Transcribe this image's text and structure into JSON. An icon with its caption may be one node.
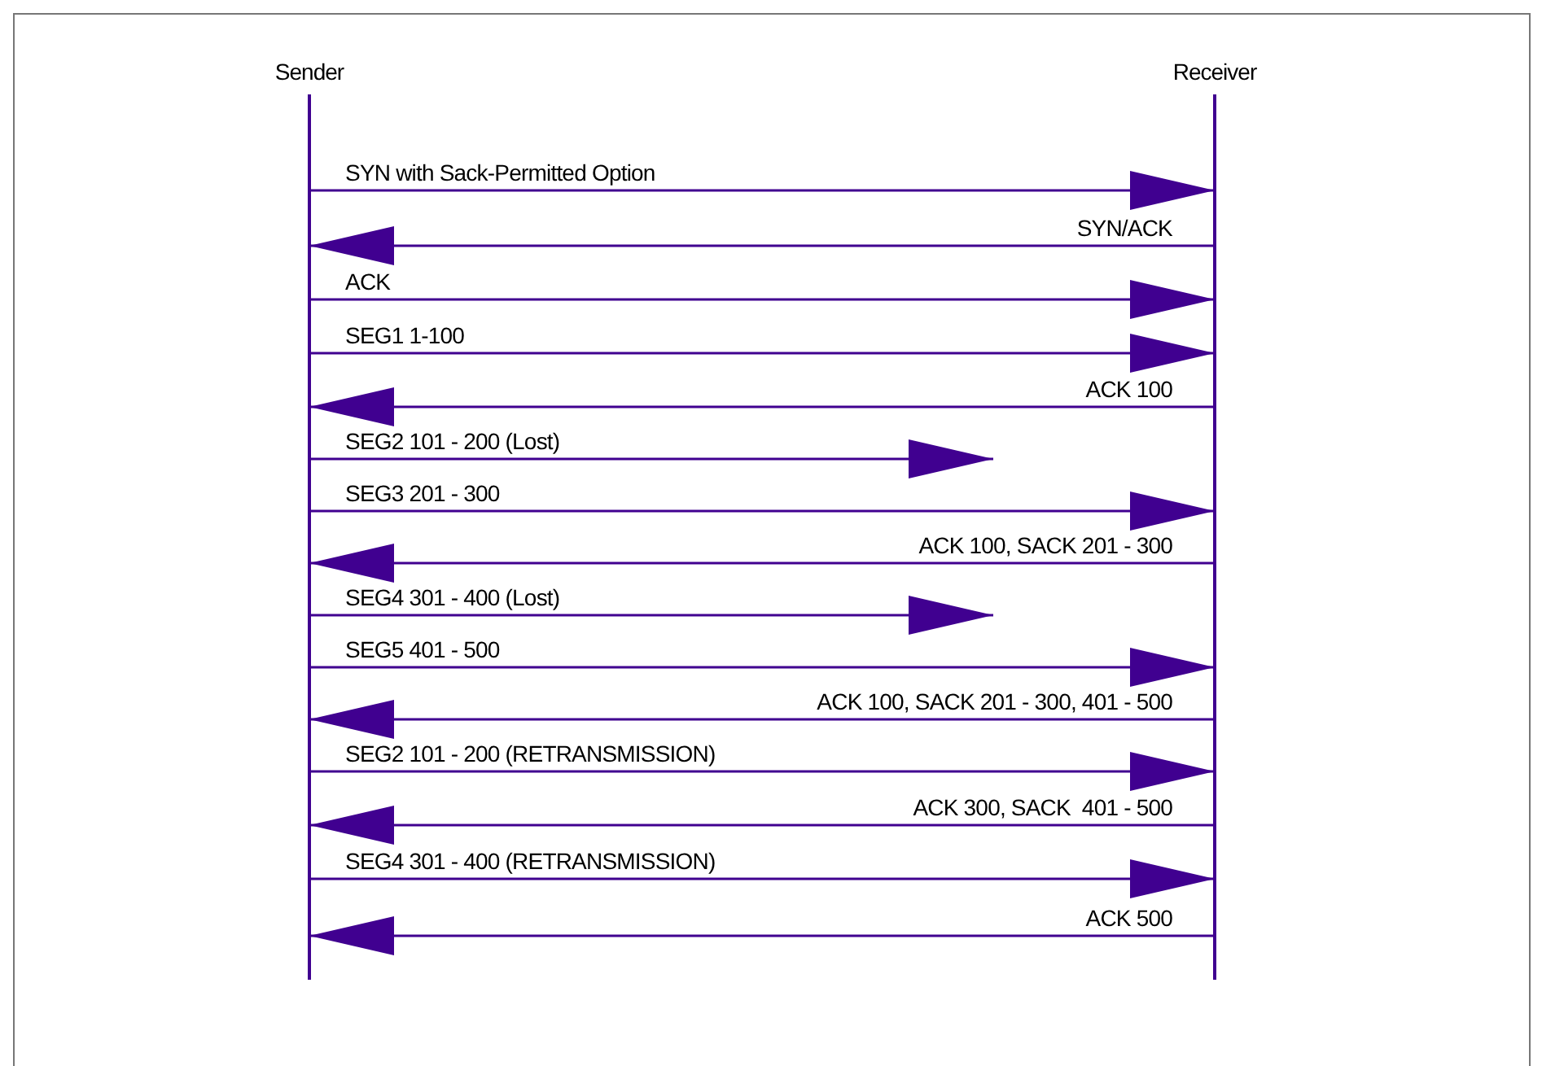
{
  "diagram": {
    "nodes": [
      {
        "text": [
          "Sender"
        ]
      },
      {
        "text": [
          "Receiver"
        ]
      }
    ],
    "edges": [
      {
        "from": 0,
        "to": 1,
        "arrow": "to",
        "label": "SYN with Sack-Permitted Option"
      },
      {
        "from": 1,
        "to": 0,
        "arrow": "to",
        "label": "SYN/ACK"
      },
      {
        "from": 0,
        "to": 1,
        "arrow": "to",
        "label": "ACK"
      },
      {
        "from": 0,
        "to": 1,
        "arrow": "to",
        "label": "SEG1 1-100"
      },
      {
        "from": 1,
        "to": 0,
        "arrow": "to",
        "label": "ACK 100"
      },
      {
        "from": 0,
        "to": null,
        "arrow": "to",
        "label": "SEG2 101 - 200 (Lost)"
      },
      {
        "from": 0,
        "to": 1,
        "arrow": "to",
        "label": "SEG3 201 - 300"
      },
      {
        "from": 1,
        "to": 0,
        "arrow": "to",
        "label": "ACK 100, SACK 201 - 300"
      },
      {
        "from": 0,
        "to": null,
        "arrow": "to",
        "label": "SEG4 301 - 400 (Lost)"
      },
      {
        "from": 0,
        "to": 1,
        "arrow": "to",
        "label": "SEG5 401 - 500"
      },
      {
        "from": 1,
        "to": 0,
        "arrow": "to",
        "label": "ACK 100, SACK 201 - 300, 401 - 500"
      },
      {
        "from": 0,
        "to": 1,
        "arrow": "to",
        "label": "SEG2 101 - 200 (RETRANSMISSION)"
      },
      {
        "from": 1,
        "to": 0,
        "arrow": "to",
        "label": "ACK 300, SACK  401 - 500"
      },
      {
        "from": 0,
        "to": 1,
        "arrow": "to",
        "label": "SEG4 301 - 400 (RETRANSMISSION)"
      },
      {
        "from": 1,
        "to": 0,
        "arrow": "to",
        "label": "ACK 500"
      }
    ]
  }
}
